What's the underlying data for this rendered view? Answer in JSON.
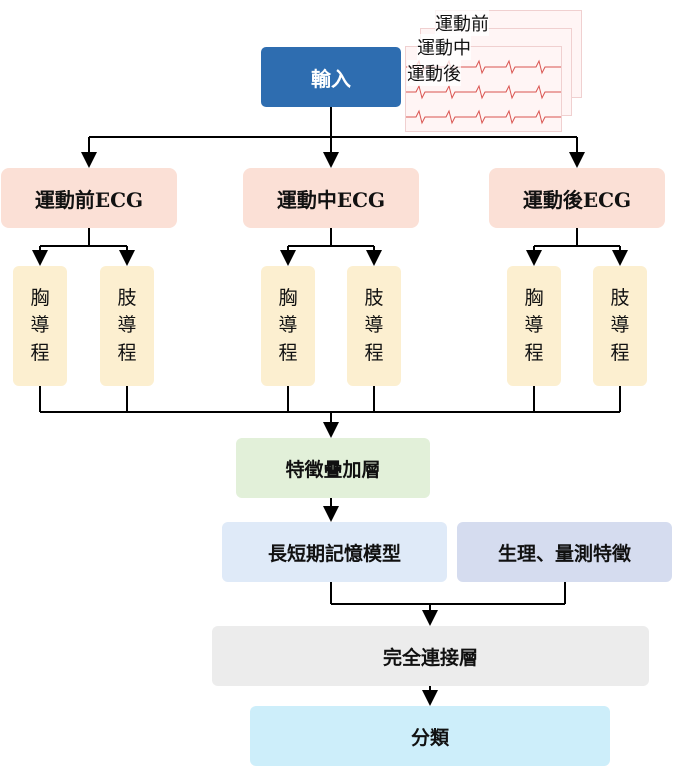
{
  "input": {
    "label": "輸入"
  },
  "thumbnails": {
    "labels": [
      "運動前",
      "運動中",
      "運動後"
    ]
  },
  "ecg_groups": [
    {
      "label": "運動前ECG",
      "leads": [
        [
          "胸",
          "導",
          "程"
        ],
        [
          "肢",
          "導",
          "程"
        ]
      ]
    },
    {
      "label": "運動中ECG",
      "leads": [
        [
          "胸",
          "導",
          "程"
        ],
        [
          "肢",
          "導",
          "程"
        ]
      ]
    },
    {
      "label": "運動後ECG",
      "leads": [
        [
          "胸",
          "導",
          "程"
        ],
        [
          "肢",
          "導",
          "程"
        ]
      ]
    }
  ],
  "fusion": {
    "label": "特徵疊加層"
  },
  "lstm": {
    "label": "長短期記憶模型"
  },
  "physio": {
    "label": "生理、量測特徵"
  },
  "fc": {
    "label": "完全連接層"
  },
  "classify": {
    "label": "分類"
  },
  "colors": {
    "input": "#2e6db0",
    "ecg": "#fbe0d6",
    "lead": "#fcefd0",
    "fusion": "#e2f0d9",
    "lstm": "#dfeaf8",
    "physio": "#d5dcef",
    "fc": "#ececec",
    "classify": "#cdeefa"
  }
}
